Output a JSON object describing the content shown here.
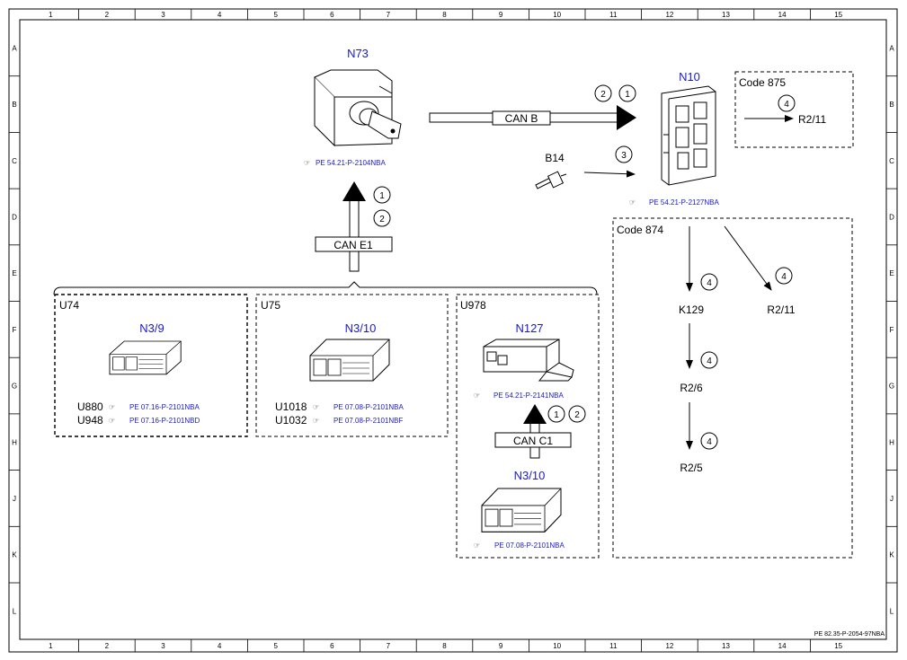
{
  "grid": {
    "columns": [
      "1",
      "2",
      "3",
      "4",
      "5",
      "6",
      "7",
      "8",
      "9",
      "10",
      "11",
      "12",
      "13",
      "14",
      "15"
    ],
    "rows": [
      "A",
      "B",
      "C",
      "D",
      "E",
      "F",
      "G",
      "H",
      "J",
      "K",
      "L"
    ]
  },
  "components": {
    "n73": {
      "label": "N73",
      "ref": "PE 54.21-P-2104NBA"
    },
    "n10": {
      "label": "N10",
      "ref": "PE 54.21-P-2127NBA"
    },
    "b14": {
      "label": "B14"
    },
    "n3_9": {
      "label": "N3/9"
    },
    "n3_10_u75": {
      "label": "N3/10"
    },
    "n127": {
      "label": "N127",
      "ref": "PE 54.21-P-2141NBA"
    },
    "n3_10_u978": {
      "label": "N3/10",
      "ref": "PE 07.08-P-2101NBA"
    }
  },
  "variants": {
    "u74": {
      "label": "U74",
      "r1": {
        "code": "U880",
        "ref": "PE 07.16-P-2101NBA"
      },
      "r2": {
        "code": "U948",
        "ref": "PE 07.16-P-2101NBD"
      }
    },
    "u75": {
      "label": "U75",
      "r1": {
        "code": "U1018",
        "ref": "PE 07.08-P-2101NBA"
      },
      "r2": {
        "code": "U1032",
        "ref": "PE 07.08-P-2101NBF"
      }
    },
    "u978": {
      "label": "U978"
    }
  },
  "buses": {
    "can_b": "CAN B",
    "can_e1": "CAN E1",
    "can_c1": "CAN C1"
  },
  "steps": {
    "s1": "1",
    "s2": "2",
    "s3": "3",
    "s4": "4"
  },
  "codes": {
    "c875": {
      "label": "Code 875",
      "target": "R2/11"
    },
    "c874": {
      "label": "Code 874",
      "k129": "K129",
      "r2_11": "R2/11",
      "r2_6": "R2/6",
      "r2_5": "R2/5"
    }
  },
  "footer": {
    "doc_ref": "PE 82.35-P-2054-97NBA"
  }
}
